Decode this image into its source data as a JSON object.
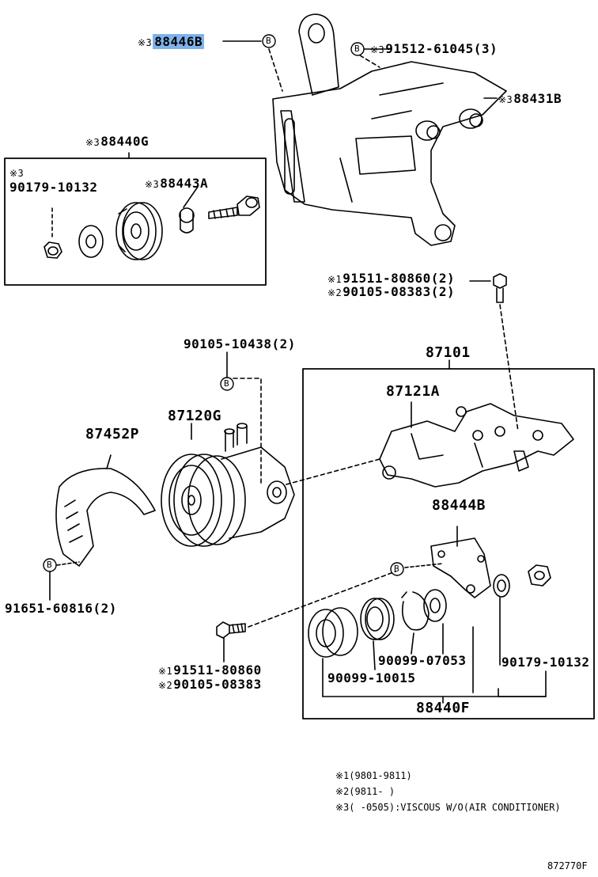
{
  "labels": {
    "part_88446b": "88446B",
    "part_91512": "91512-61045(3)",
    "part_88431b": "88431B",
    "part_88440g": "88440G",
    "part_90179_top": "90179-10132",
    "part_88443a": "88443A",
    "part_91511_top": "91511-80860(2)",
    "part_90105_08383_top": "90105-08383(2)",
    "part_90105_10438": "90105-10438(2)",
    "part_87101": "87101",
    "part_87121a": "87121A",
    "part_87120g": "87120G",
    "part_87452p": "87452P",
    "part_88444b": "88444B",
    "part_91651": "91651-60816(2)",
    "part_90099_07053": "90099-07053",
    "part_90179_bottom": "90179-10132",
    "part_90099_10015": "90099-10015",
    "part_91511_bottom": "91511-80860",
    "part_90105_08383_bottom": "90105-08383",
    "part_88440f": "88440F"
  },
  "marks": {
    "m1": "※1",
    "m2": "※2",
    "m3": "※3",
    "b": "B"
  },
  "notes": {
    "n1": "※1(9801-9811)",
    "n2": "※2(9811-     )",
    "n3": "※3(     -0505):VISCOUS W/O(AIR CONDITIONER)"
  },
  "diagram_code": "872770F"
}
